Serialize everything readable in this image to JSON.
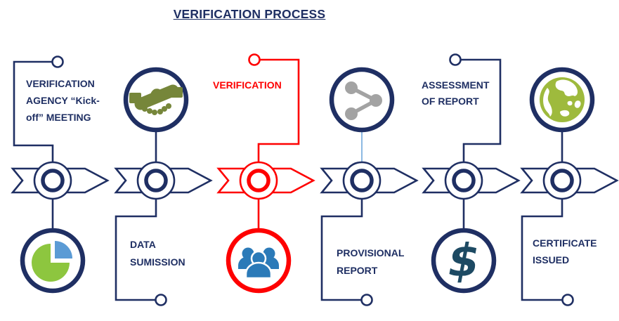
{
  "title": "VERIFICATION PROCESS",
  "colors": {
    "navy": "#1f2f63",
    "red": "#fe0000",
    "light_blue_connector": "#5b9bd5",
    "pie_green": "#8dc63f",
    "pie_blue": "#5b9bd5",
    "handshake_olive": "#76863a",
    "people_blue": "#2b7ab8",
    "share_gray": "#a3a3a3",
    "dollar_teal": "#1d4a63",
    "globe_green": "#9eba3d"
  },
  "stages": [
    {
      "label": "VERIFICATION AGENCY “Kick-off” MEETING",
      "label_lines": [
        "VERIFICATION",
        "AGENCY “Kick-",
        "off” MEETING"
      ],
      "label_position": "top",
      "icon": "pie-chart-icon",
      "icon_position": "bottom",
      "accent": "navy"
    },
    {
      "label": "DATA SUMISSION",
      "label_lines": [
        "DATA",
        "SUMISSION"
      ],
      "label_position": "bottom",
      "icon": "handshake-icon",
      "icon_position": "top",
      "accent": "navy"
    },
    {
      "label": "VERIFICATION",
      "label_lines": [
        "VERIFICATION"
      ],
      "label_position": "top",
      "icon": "people-group-icon",
      "icon_position": "bottom",
      "accent": "red"
    },
    {
      "label": "PROVISIONAL REPORT",
      "label_lines": [
        "PROVISIONAL",
        "REPORT"
      ],
      "label_position": "bottom",
      "icon": "share-icon",
      "icon_position": "top",
      "accent": "navy"
    },
    {
      "label": "ASSESSMENT OF REPORT",
      "label_lines": [
        "ASSESSMENT",
        "OF REPORT"
      ],
      "label_position": "top",
      "icon": "dollar-icon",
      "icon_position": "bottom",
      "accent": "navy"
    },
    {
      "label": "CERTIFICATE ISSUED",
      "label_lines": [
        "CERTIFICATE",
        "ISSUED"
      ],
      "label_position": "bottom",
      "icon": "globe-icon",
      "icon_position": "top",
      "accent": "navy"
    }
  ],
  "icons": {
    "dollar_glyph": "$"
  }
}
